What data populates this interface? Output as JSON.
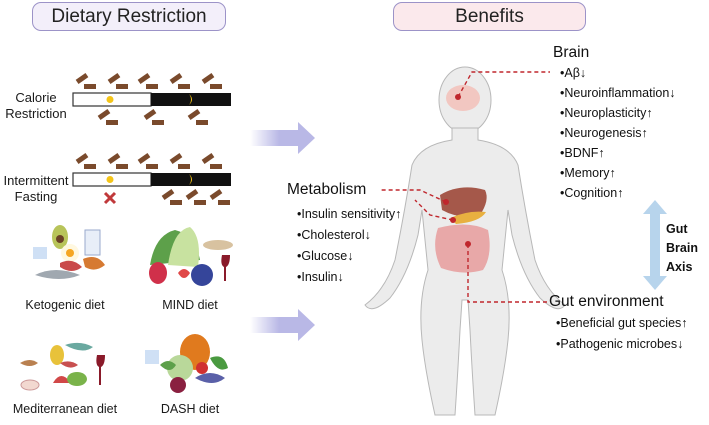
{
  "headers": {
    "dietary_restriction": "Dietary Restriction",
    "benefits": "Benefits"
  },
  "restrictions": [
    {
      "label_line1": "Calorie",
      "label_line2": "Restriction",
      "day_icon": "sun-icon",
      "night_icon": "moon-icon"
    },
    {
      "label_line1": "Intermittent",
      "label_line2": "Fasting",
      "day_icon": "sun-icon",
      "night_icon": "moon-icon",
      "blocked_icon": "cross-icon"
    }
  ],
  "diets": [
    {
      "label": "Ketogenic diet"
    },
    {
      "label": "MIND diet"
    },
    {
      "label": "Mediterranean diet"
    },
    {
      "label": "DASH diet"
    }
  ],
  "brain": {
    "title": "Brain",
    "items": [
      {
        "text": "•Aβ",
        "arrow": "↓"
      },
      {
        "text": "•Neuroinflammation",
        "arrow": "↓"
      },
      {
        "text": "•Neuroplasticity",
        "arrow": "↑"
      },
      {
        "text": "•Neurogenesis",
        "arrow": "↑"
      },
      {
        "text": "•BDNF",
        "arrow": "↑"
      },
      {
        "text": "•Memory",
        "arrow": "↑"
      },
      {
        "text": "•Cognition",
        "arrow": "↑"
      }
    ]
  },
  "metabolism": {
    "title": "Metabolism",
    "items": [
      {
        "text": "•Insulin sensitivity",
        "arrow": "↑"
      },
      {
        "text": "•Cholesterol",
        "arrow": "↓"
      },
      {
        "text": "•Glucose",
        "arrow": "↓"
      },
      {
        "text": "•Insulin",
        "arrow": "↓"
      }
    ]
  },
  "gut": {
    "title": "Gut environment",
    "items": [
      {
        "text": "•Beneficial gut species",
        "arrow": "↑"
      },
      {
        "text": "•Pathogenic microbes",
        "arrow": "↓"
      }
    ]
  },
  "axis": {
    "line1": "Gut",
    "line2": "Brain",
    "line3": "Axis"
  },
  "colors": {
    "pill_border": "#9c93c8",
    "arrow": "#b9b8e6",
    "dashed": "#c0272d",
    "food_brown": "#7a4a2c",
    "axis_arrow": "#b7d4ec"
  }
}
